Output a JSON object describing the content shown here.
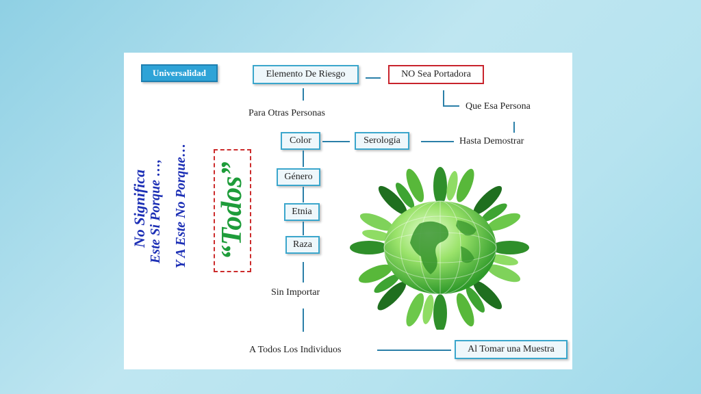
{
  "diagram": {
    "universalidad": "Universalidad",
    "elemento_riesgo": "Elemento De Riesgo",
    "no_sea_portadora": "NO Sea Portadora",
    "que_esa_persona": "Que Esa Persona",
    "para_otras": "Para Otras Personas",
    "hasta_demostrar": "Hasta Demostrar",
    "color": "Color",
    "serologia": "Serología",
    "genero": "Género",
    "etnia": "Etnia",
    "raza": "Raza",
    "sin_importar": "Sin Importar",
    "a_todos": "A Todos Los Individuos",
    "al_tomar": "Al Tomar una Muestra"
  },
  "vertical_text": {
    "line1": "No Significa",
    "line2": "Este Si Porque …,",
    "line3": "Y A Este No Porque…"
  },
  "todos": "“Todos”",
  "colors": {
    "box_border": "#3aa6cc",
    "red_border": "#c8232c",
    "blue_badge": "#2ea3d7",
    "vertical_text": "#1c2fb5",
    "todos_green": "#1e9c3a"
  },
  "illustration": "globe-with-people"
}
